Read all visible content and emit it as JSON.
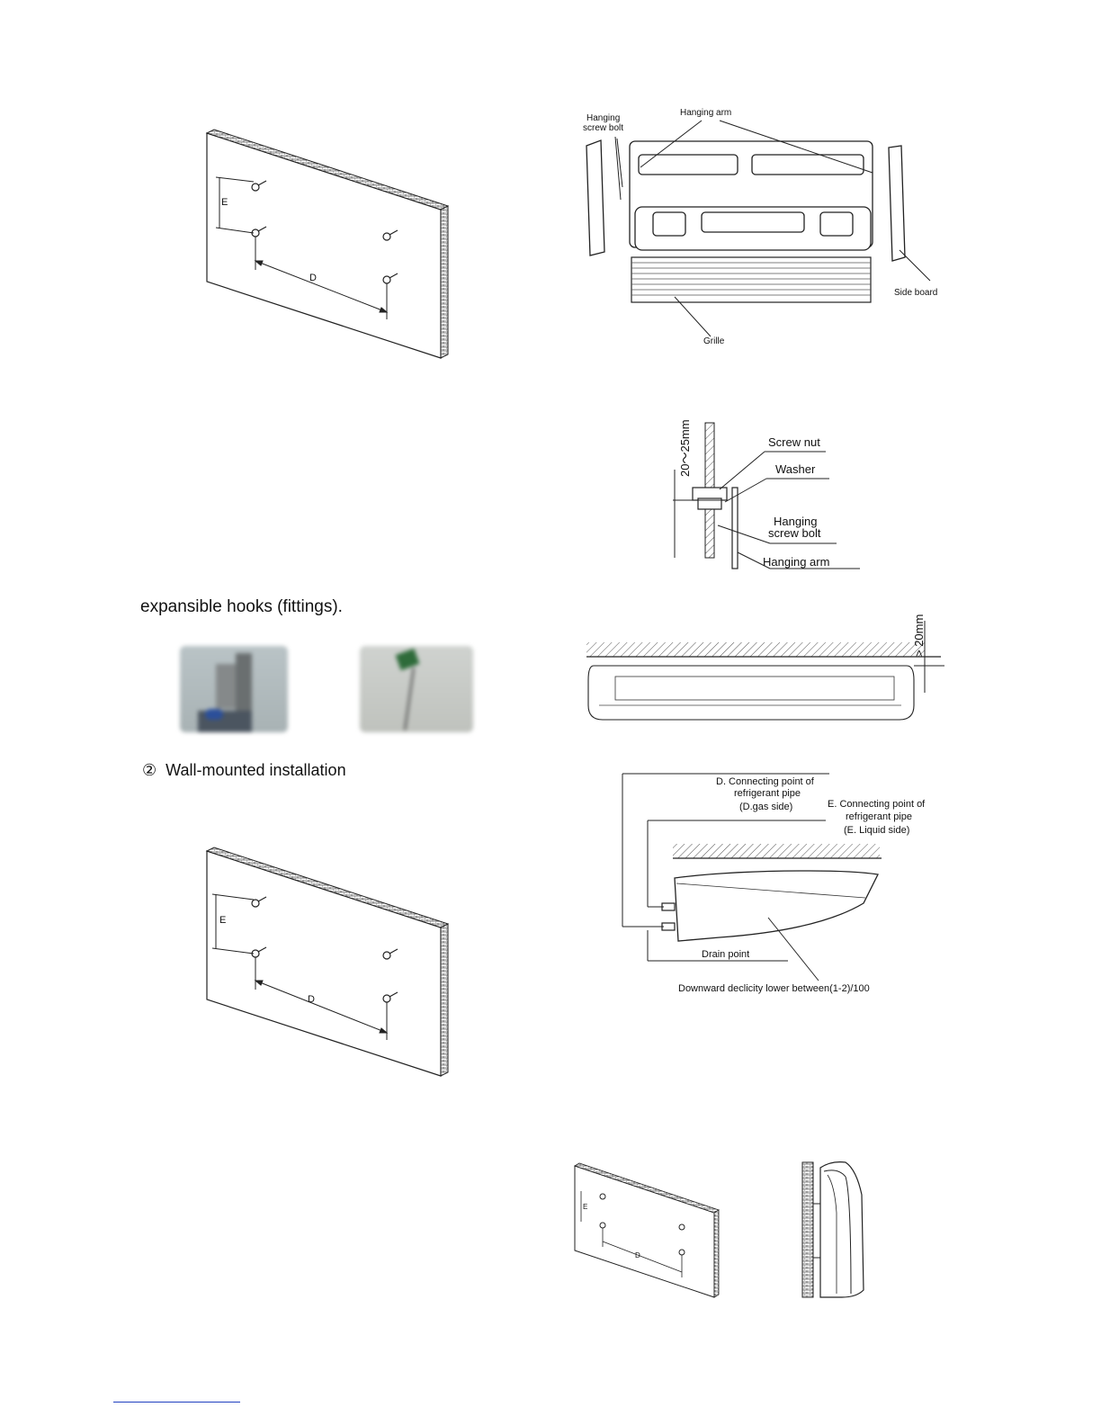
{
  "text": {
    "hooks_line": "expansible hooks (fittings).",
    "wall_mounted_marker": "②",
    "wall_mounted_title": "Wall-mounted installation"
  },
  "figure_wall_top": {
    "label_e": "E",
    "label_d": "D"
  },
  "figure_unit_parts": {
    "hanging_screw_bolt": [
      "Hanging",
      "screw bolt"
    ],
    "hanging_arm": "Hanging arm",
    "side_board": "Side board",
    "grille": "Grille"
  },
  "figure_bolt_detail": {
    "dimension": "20～25mm",
    "screw_nut": "Screw nut",
    "washer": "Washer",
    "hanging_screw_bolt": [
      "Hanging",
      "screw bolt"
    ],
    "hanging_arm": "Hanging arm"
  },
  "figure_ceiling_gap": {
    "dimension": "> 20mm"
  },
  "figure_connections": {
    "d_point": [
      "D. Connecting point of",
      "refrigerant pipe",
      "(D.gas side)"
    ],
    "e_point": [
      "E. Connecting point of",
      "refrigerant pipe",
      "(E. Liquid side)"
    ],
    "drain_point": "Drain point",
    "declivity": "Downward declicity lower between(1-2)/100"
  },
  "figure_wall_bottom": {
    "label_e": "E",
    "label_d": "D"
  },
  "figure_wall_small": {
    "label_e": "E",
    "label_d": "D"
  },
  "colors": {
    "line": "#222222",
    "hatch": "#555555",
    "link_underline": "#1f3fbf"
  }
}
